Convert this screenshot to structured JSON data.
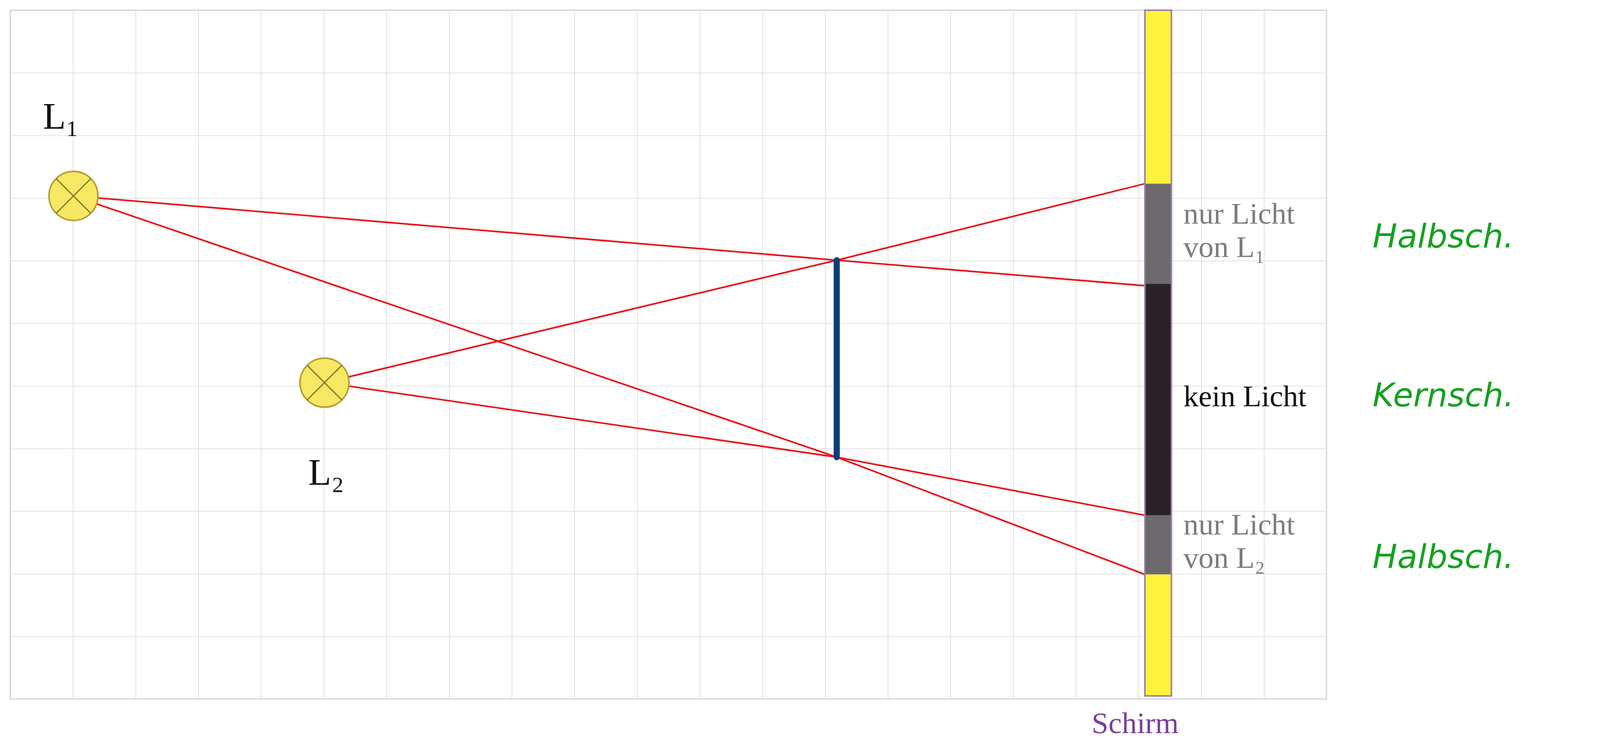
{
  "diagram": {
    "labels": [
      "L₁",
      "L₂",
      "nur Licht von L₁",
      "kein Licht",
      "nur Licht von L₂",
      "Halbsch.",
      "Kernsch.",
      "Halbsch.",
      "Schirm"
    ]
  }
}
